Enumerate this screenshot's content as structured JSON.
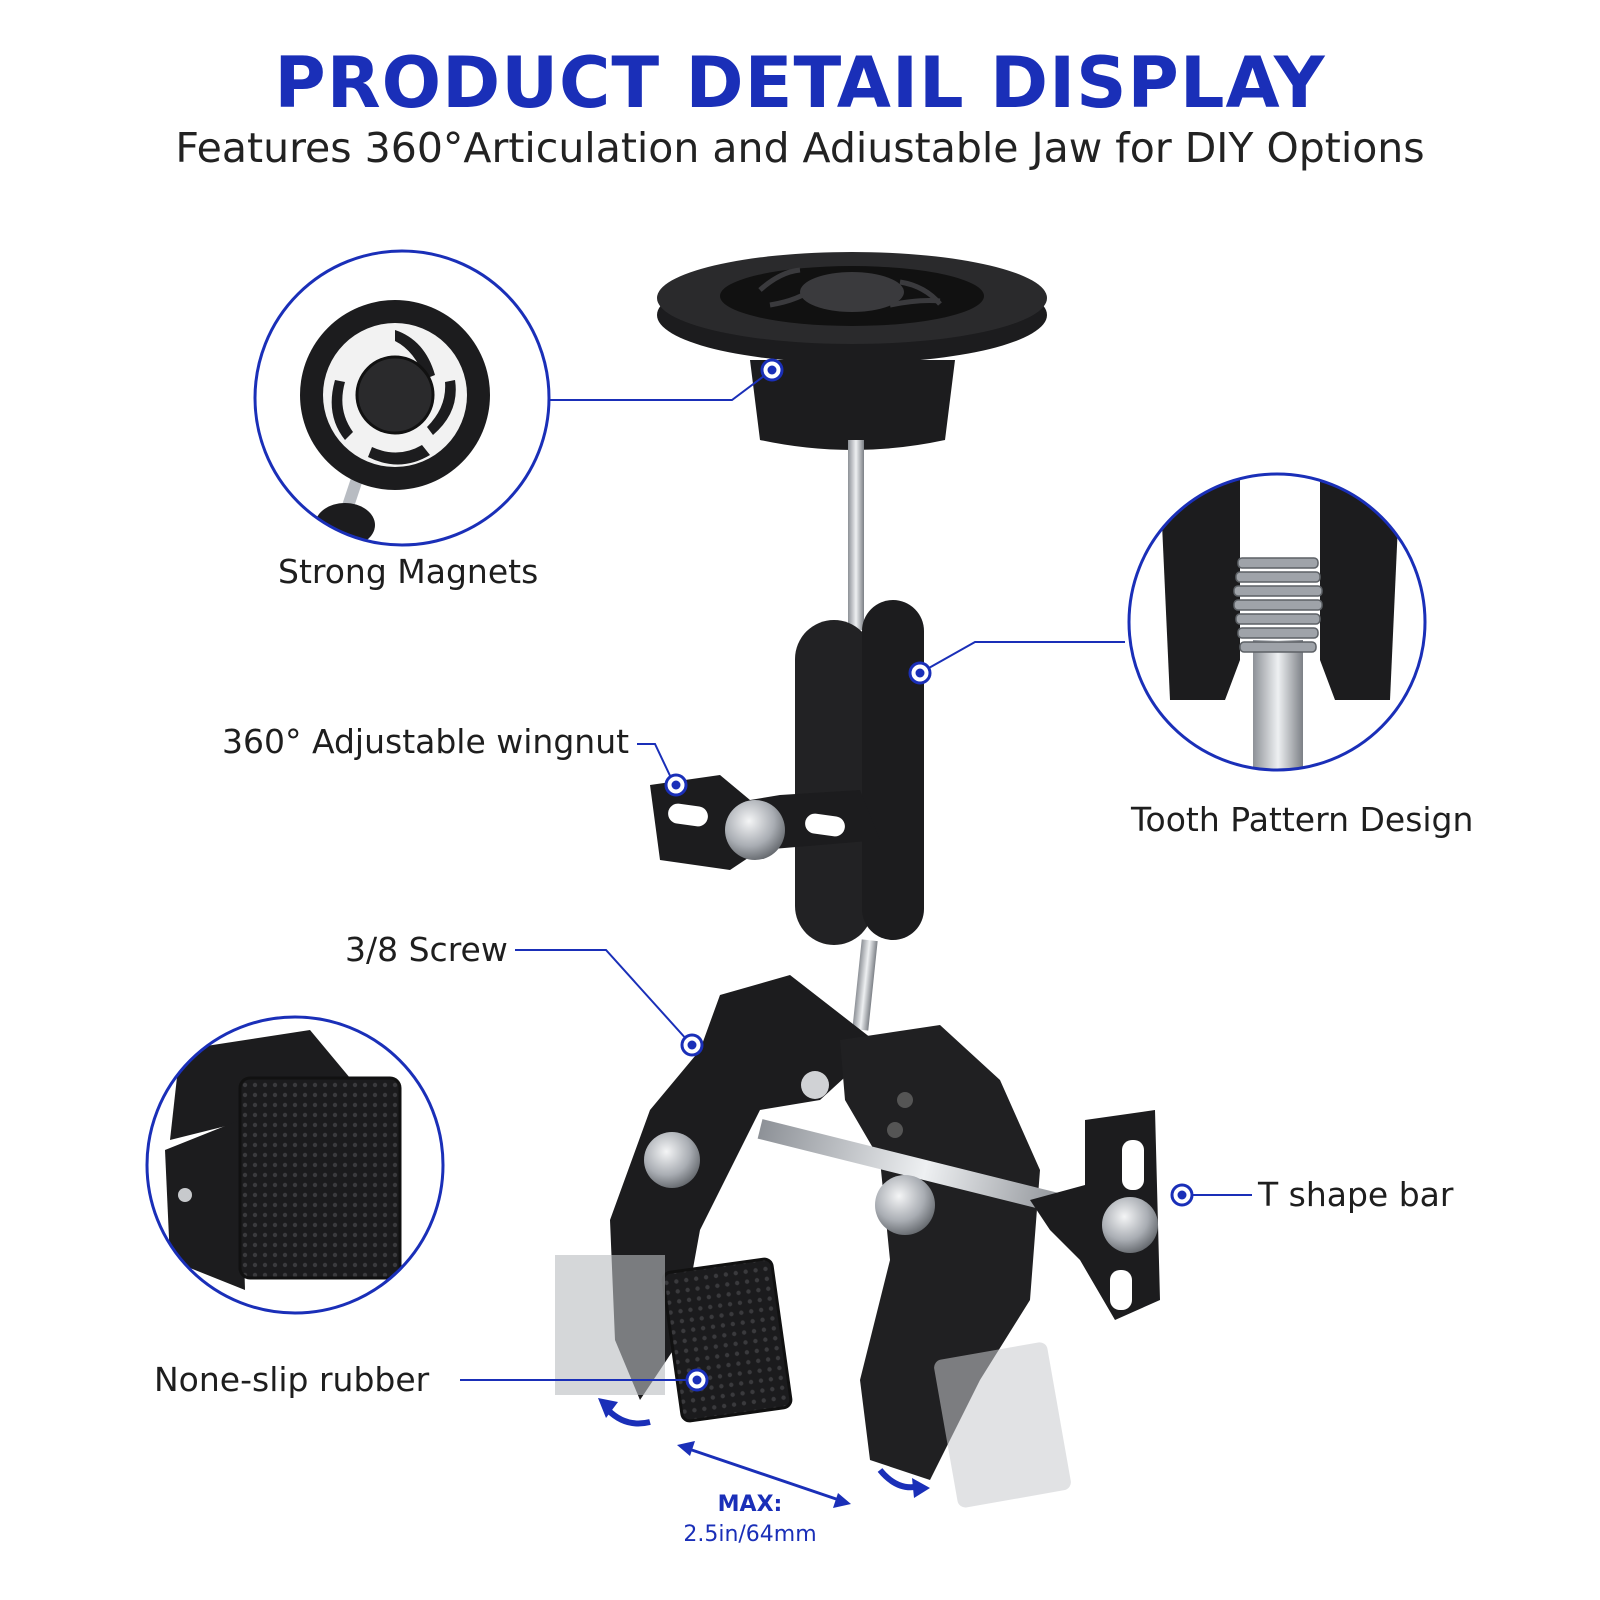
{
  "header": {
    "title": "PRODUCT DETAIL DISPLAY",
    "subtitle": "Features 360°Articulation and Adiustable Jaw for DIY Options"
  },
  "callouts": {
    "strong_magnets": "Strong Magnets",
    "wingnut": "360° Adjustable wingnut",
    "tooth_pattern": "Tooth Pattern Design",
    "screw": "3/8 Screw",
    "t_bar": "T shape bar",
    "rubber": "None-slip rubber"
  },
  "dimension": {
    "label": "MAX:",
    "value": "2.5in/64mm"
  },
  "colors": {
    "accent": "#1a2fb8",
    "product": "#1c1c1e",
    "metal": "#b8bcc2"
  }
}
